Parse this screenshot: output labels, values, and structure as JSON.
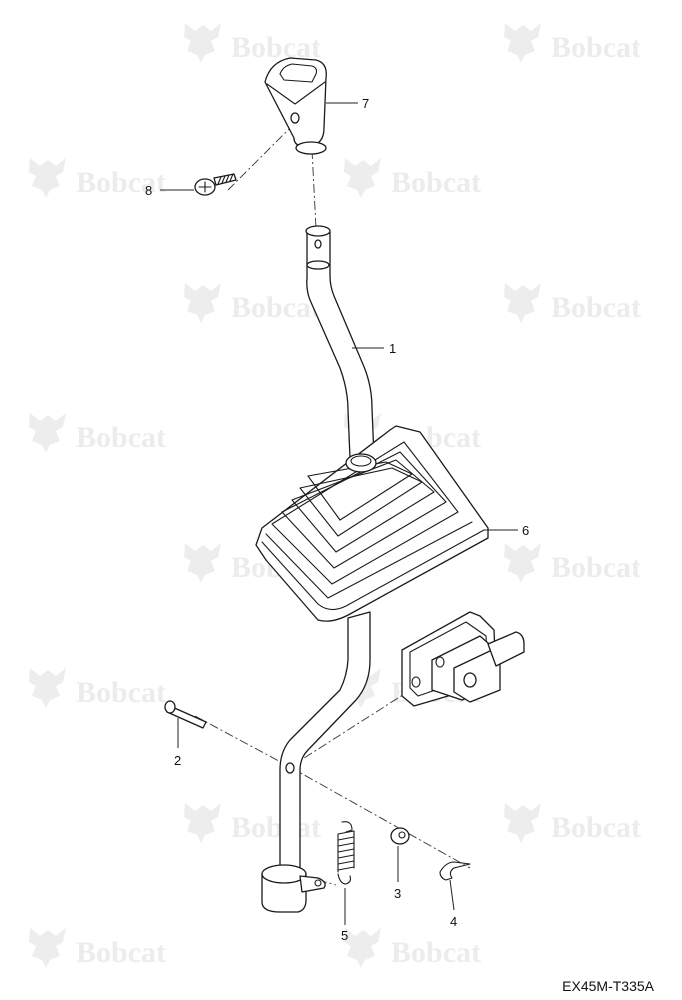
{
  "watermark": {
    "text": "Bobcat"
  },
  "callouts": [
    {
      "id": "1",
      "label": "1",
      "part": "shift lever"
    },
    {
      "id": "2",
      "label": "2",
      "part": "pin"
    },
    {
      "id": "3",
      "label": "3",
      "part": "washer"
    },
    {
      "id": "4",
      "label": "4",
      "part": "spring clip"
    },
    {
      "id": "5",
      "label": "5",
      "part": "spring"
    },
    {
      "id": "6",
      "label": "6",
      "part": "boot"
    },
    {
      "id": "7",
      "label": "7",
      "part": "knob"
    },
    {
      "id": "8",
      "label": "8",
      "part": "screw"
    }
  ],
  "drawing_code": "EX45M-T335A"
}
